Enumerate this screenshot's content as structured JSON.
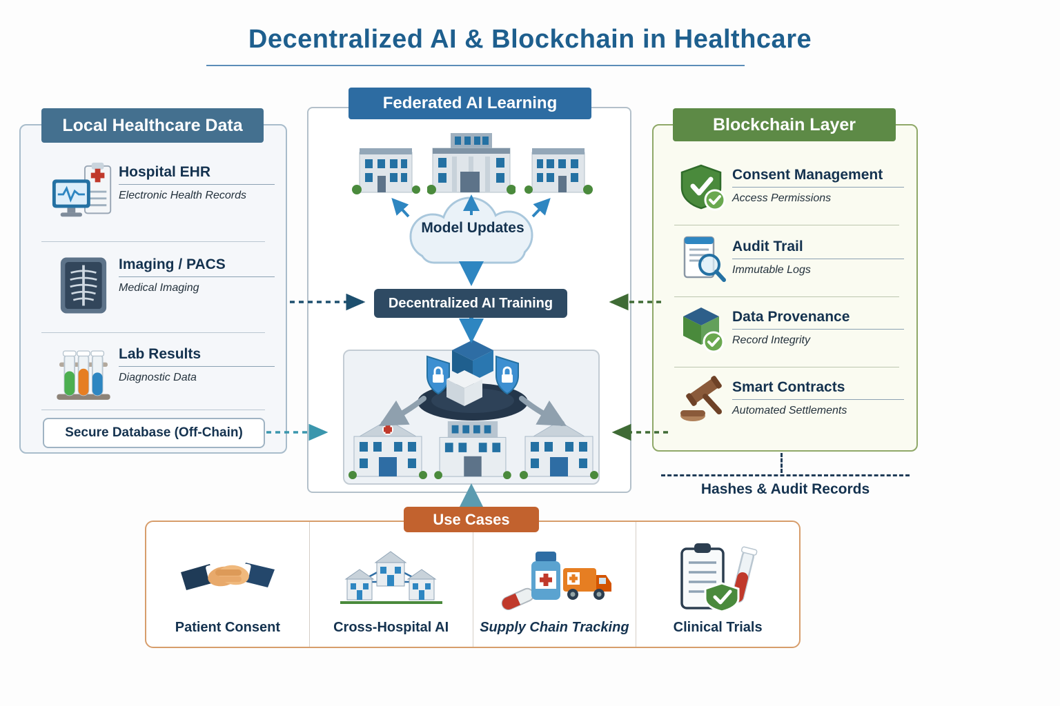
{
  "title": "Decentralized AI & Blockchain in Healthcare",
  "panels": {
    "local": {
      "header": "Local Healthcare Data",
      "items": [
        {
          "icon": "ehr-monitor-icon",
          "title": "Hospital EHR",
          "subtitle": "Electronic Health Records"
        },
        {
          "icon": "xray-imaging-icon",
          "title": "Imaging / PACS",
          "subtitle": "Medical Imaging"
        },
        {
          "icon": "lab-test-tubes-icon",
          "title": "Lab Results",
          "subtitle": "Diagnostic Data"
        }
      ],
      "footer": "Secure Database (Off-Chain)"
    },
    "federated": {
      "header": "Federated AI Learning",
      "cloud_label": "Model Updates",
      "training_label": "Decentralized AI Training"
    },
    "blockchain": {
      "header": "Blockchain Layer",
      "items": [
        {
          "icon": "shield-check-icon",
          "title": "Consent Management",
          "subtitle": "Access Permissions"
        },
        {
          "icon": "audit-document-icon",
          "title": "Audit Trail",
          "subtitle": "Immutable Logs"
        },
        {
          "icon": "provenance-cube-icon",
          "title": "Data Provenance",
          "subtitle": "Record Integrity"
        },
        {
          "icon": "gavel-icon",
          "title": "Smart Contracts",
          "subtitle": "Automated Settlements"
        }
      ],
      "note": "Hashes & Audit Records"
    },
    "use_cases": {
      "header": "Use Cases",
      "items": [
        {
          "icon": "handshake-icon",
          "label": "Patient Consent"
        },
        {
          "icon": "hospital-network-icon",
          "label": "Cross-Hospital AI"
        },
        {
          "icon": "supply-chain-icon",
          "label": "Supply Chain Tracking"
        },
        {
          "icon": "clinical-trials-icon",
          "label": "Clinical Trials"
        }
      ]
    }
  },
  "colors": {
    "title": "#1e5f8e",
    "local_header": "#44708f",
    "federated_header": "#2d6ca2",
    "training_banner": "#2e4a63",
    "blockchain_header": "#5d8a46",
    "use_cases_header": "#c2622e",
    "arrow_left": "#1d4f6e",
    "arrow_teal": "#3a96ad",
    "arrow_green": "#3f6b35",
    "arrow_blue": "#2e86c1"
  }
}
